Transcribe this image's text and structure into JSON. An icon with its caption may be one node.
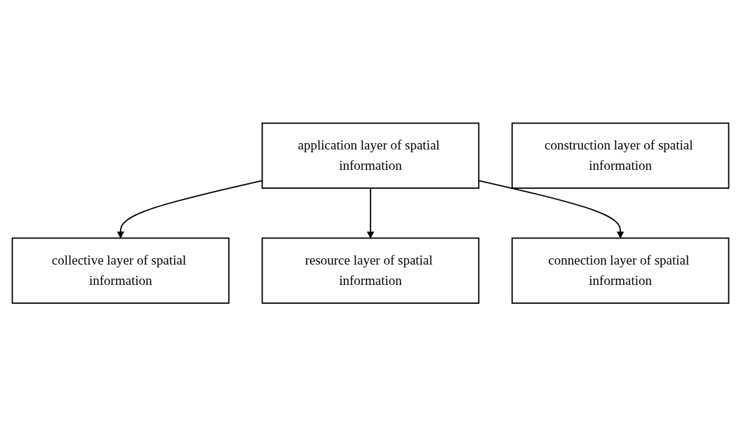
{
  "diagram": {
    "nodes": [
      {
        "text": [
          "application layer of spatial information"
        ]
      },
      {
        "text": [
          "collective layer of spatial information"
        ]
      },
      {
        "text": [
          "resource layer of spatial information"
        ]
      },
      {
        "text": [
          "connection layer of spatial information"
        ]
      },
      {
        "text": [
          "construction layer of spatial information"
        ]
      }
    ],
    "edges": [
      {
        "from": 0,
        "to": 1,
        "arrow": "to"
      },
      {
        "from": 0,
        "to": 2,
        "arrow": "to"
      },
      {
        "from": 0,
        "to": 3,
        "arrow": "to"
      }
    ]
  }
}
